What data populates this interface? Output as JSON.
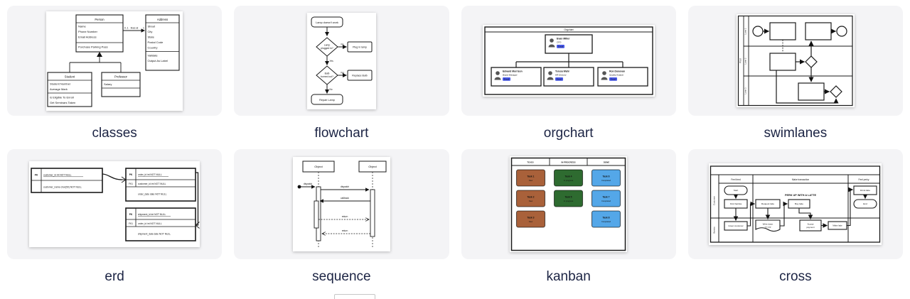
{
  "cards": [
    {
      "label": "classes"
    },
    {
      "label": "flowchart"
    },
    {
      "label": "orgchart"
    },
    {
      "label": "swimlanes"
    },
    {
      "label": "erd"
    },
    {
      "label": "sequence"
    },
    {
      "label": "kanban"
    },
    {
      "label": "cross"
    }
  ],
  "classes": {
    "person": {
      "title": "Person",
      "attrs": [
        "Name",
        "Phone Number",
        "Email Address"
      ],
      "methods": [
        "Purchase Parking Pass"
      ]
    },
    "address": {
      "title": "Address",
      "attrs": [
        "Street",
        "City",
        "State",
        "Postal Code",
        "Country"
      ],
      "methods": [
        "Validate",
        "Output As Label"
      ]
    },
    "student": {
      "title": "Student",
      "attrs": [
        "Student Number",
        "Average Mark"
      ],
      "methods": [
        "Is Eligible To Enroll",
        "Get Seminars Taken"
      ]
    },
    "professor": {
      "title": "Professor",
      "attrs": [
        "Salary"
      ],
      "methods": []
    },
    "edge": {
      "mult_left": "0..1",
      "label": "lives at",
      "mult_right": "1"
    }
  },
  "flowchart": {
    "start": "Lamp doesn't work",
    "decision1": [
      "Lamp",
      "plugged in?"
    ],
    "no1": "No",
    "action1": "Plug in lamp",
    "yes1": "Yes",
    "decision2": [
      "Bulb",
      "burned out?"
    ],
    "yes2": "Yes",
    "action2": "Replace Bulb",
    "no2": "No",
    "end": "Repair Lamp"
  },
  "orgchart": {
    "title": "Orgchart",
    "link_color": "#4758e8",
    "root": {
      "name": "Evan Miller",
      "role": "CFO",
      "link": "Email"
    },
    "children": [
      {
        "name": "Edward Morrison",
        "role": "Brand Manager",
        "link": "Email"
      },
      {
        "name": "Teresa Wahl",
        "role": "HR Director",
        "link": "Email"
      },
      {
        "name": "Ron Donovan",
        "role": "Quality Analyst",
        "link": "Email"
      }
    ]
  },
  "swimlanes": {
    "pool_label": "Pool",
    "lanes": [
      "Lane 1",
      "Lane 2",
      "Lane 3"
    ]
  },
  "erd": {
    "customer": {
      "pk_label": "PK",
      "pk": "customer_id int NOT NULL",
      "field1": "customer_name char(50) NOT NULL"
    },
    "order": {
      "pk_label": "PK",
      "pk": "order_id int NOT NULL",
      "fk_label": "FK1",
      "fk": "customer_id int NOT NULL",
      "field1": "order_date date NOT NULL"
    },
    "shipment": {
      "pk_label": "PK",
      "pk": "shipment_id int NOT NULL",
      "fk_label": "FK1",
      "fk": "order_id int NOT NULL",
      "field1": "shipment_date date NOT NULL"
    }
  },
  "sequence": {
    "lifelines": [
      "Object",
      "Object"
    ],
    "messages": {
      "m1": "dispatch",
      "m2": "dispatch",
      "m3": "callback",
      "m4": "return",
      "m5": "return"
    }
  },
  "kanban": {
    "columns": [
      {
        "title": "TO-DO",
        "card_color": "#a9613a",
        "cards": [
          {
            "name": "Task 1",
            "status": "New"
          },
          {
            "name": "Task 2",
            "status": "New"
          },
          {
            "name": "Task 3",
            "status": "New"
          }
        ]
      },
      {
        "title": "IN PROGRESS",
        "card_color": "#2e6b30",
        "cards": [
          {
            "name": "Task 4",
            "status": "In progress"
          },
          {
            "name": "Task 5",
            "status": "In progress"
          }
        ]
      },
      {
        "title": "DONE",
        "card_color": "#54a7e8",
        "cards": [
          {
            "name": "Task 6",
            "status": "Completed"
          },
          {
            "name": "Task 7",
            "status": "Completed"
          },
          {
            "name": "Task 8",
            "status": "Completed"
          }
        ]
      }
    ]
  },
  "cross": {
    "phases": [
      "Feel tired",
      "Make transaction",
      "Feel perky"
    ],
    "lanes": [
      "Customer",
      "Barista"
    ],
    "banner": "PERK UP WITH A LATTE",
    "nodes": {
      "start": "Start",
      "find_barista": "Find barista",
      "greet_customer": "Greet customer",
      "request_latte": "Request latte",
      "write_down": [
        "Write down",
        "on cup"
      ],
      "buy_latte": "Buy latte",
      "accept_payment": [
        "Accept",
        "payment"
      ],
      "make_latte": "Make latte",
      "drink_latte": "Drink latte",
      "end": "End"
    }
  }
}
